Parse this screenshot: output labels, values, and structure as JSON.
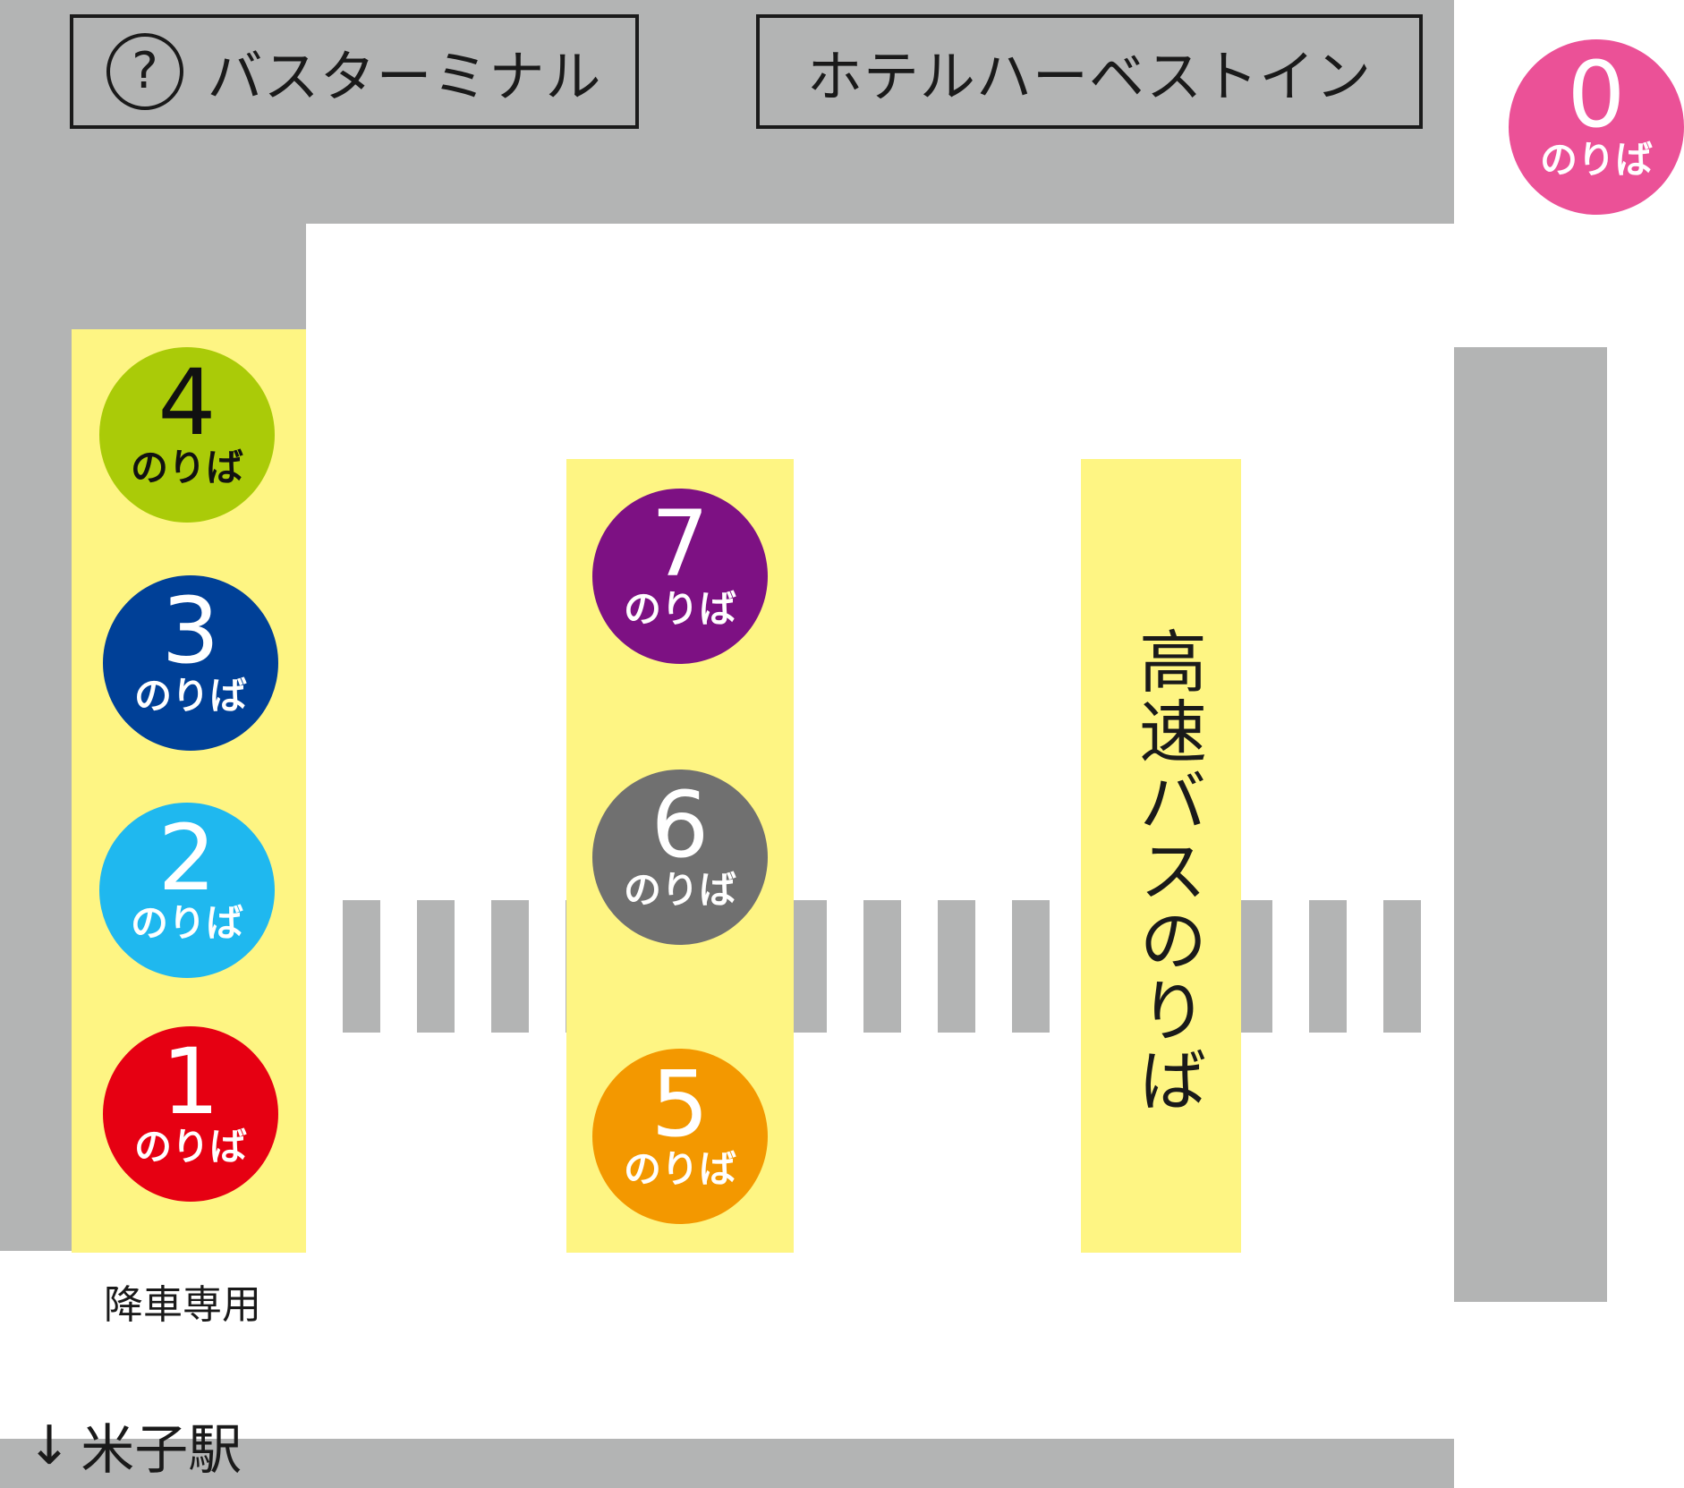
{
  "signs": {
    "bus_terminal": "バスターミナル",
    "hotel": "ホテルハーベストイン"
  },
  "info_icon_glyph": "?",
  "stops": [
    {
      "number": "0",
      "label": "のりば",
      "color": "#eb5197"
    },
    {
      "number": "1",
      "label": "のりば",
      "color": "#e60012"
    },
    {
      "number": "2",
      "label": "のりば",
      "color": "#1fb8ef"
    },
    {
      "number": "3",
      "label": "のりば",
      "color": "#004097"
    },
    {
      "number": "4",
      "label": "のりば",
      "color": "#aacb08",
      "text_color": "#111111"
    },
    {
      "number": "5",
      "label": "のりば",
      "color": "#f39800"
    },
    {
      "number": "6",
      "label": "のりば",
      "color": "#707070"
    },
    {
      "number": "7",
      "label": "のりば",
      "color": "#7d1183"
    }
  ],
  "highway_bus_label": "高速バスのりば",
  "drop_off_only": "降車専用",
  "station_direction": {
    "arrow": "↓",
    "name": "米子駅"
  },
  "colors": {
    "road": "#b3b4b4",
    "platform": "#fef583",
    "text": "#1a1a1a"
  }
}
